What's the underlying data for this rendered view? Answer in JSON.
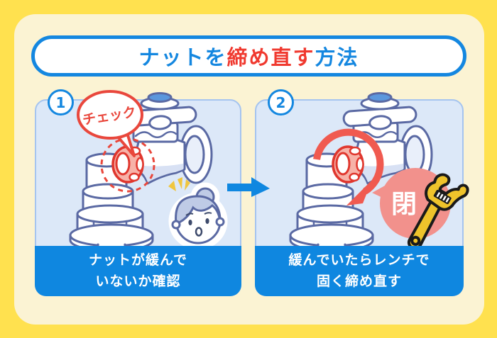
{
  "title": {
    "full_text": "ナットを締め直す方法",
    "segments": [
      {
        "text": "ナットを",
        "color": "#1487E0"
      },
      {
        "text": "締め直す",
        "color": "#F0392F"
      },
      {
        "text": "方法",
        "color": "#1487E0"
      }
    ]
  },
  "steps": [
    {
      "number": "1",
      "bubble_label": "チェック",
      "caption_lines": [
        "ナットが緩んで",
        "いないか確認"
      ]
    },
    {
      "number": "2",
      "close_label": "閉",
      "caption_lines": [
        "緩んでいたらレンチで",
        "固く締め直す"
      ]
    }
  ],
  "icons": {
    "faucet": "outdoor-faucet-illustration",
    "check_bubble": "speech-bubble",
    "dashed_highlight": "dashed-circle",
    "surprised_woman": "surprised-woman-face",
    "surprise_marks": "!!",
    "next_arrow": "→",
    "rotate_arrow": "clockwise-curved-arrow",
    "close_badge": "filled-circle-with-tail",
    "wrench": "adjustable-wrench"
  },
  "colors": {
    "outer_bg": "#FFE14F",
    "inner_bg": "#FBF3D3",
    "accent_blue": "#1487E0",
    "caption_blue": "#0F87E0",
    "accent_red": "#F0392F",
    "highlight_red": "#E9473C",
    "rotate_red": "#F05A50",
    "salmon_badge": "#F2918C",
    "panel_bg": "#DCE8F8",
    "panel_border": "#A5C4EF",
    "line_navy": "#5A69A3",
    "shade_blue": "#D8E1F4",
    "hair_blue": "#BFCBE6",
    "cap_blue": "#5B97DD",
    "wrench_yellow": "#EFC32B",
    "surprise_yellow": "#F0C63F"
  }
}
